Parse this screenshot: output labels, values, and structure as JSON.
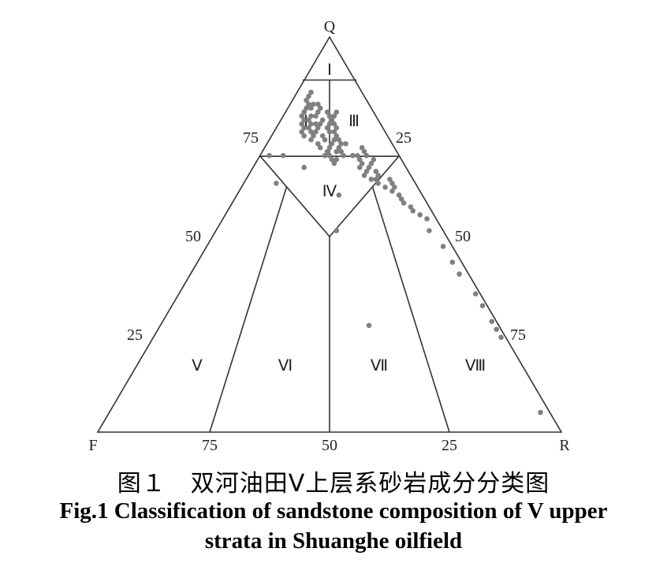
{
  "chart_data": {
    "type": "scatter",
    "subtype": "ternary",
    "vertices": {
      "top": "Q",
      "left": "F",
      "right": "R"
    },
    "left_edge_ticks": [
      "75",
      "50",
      "25"
    ],
    "right_edge_ticks": [
      "25",
      "50",
      "75"
    ],
    "base_ticks": [
      "75",
      "50",
      "25"
    ],
    "fields": [
      "Ⅰ",
      "Ⅱ",
      "Ⅲ",
      "Ⅳ",
      "Ⅴ",
      "Ⅵ",
      "Ⅶ",
      "Ⅷ"
    ],
    "point_color": "#808080",
    "line_color": "#333333",
    "points_note": "each point is [Q%, F%, R%]",
    "points": [
      [
        83,
        13,
        4
      ],
      [
        84,
        13,
        3
      ],
      [
        86,
        11,
        3
      ],
      [
        85,
        12,
        3
      ],
      [
        82,
        14,
        4
      ],
      [
        83,
        12,
        5
      ],
      [
        81,
        15,
        4
      ],
      [
        82,
        13,
        5
      ],
      [
        83,
        11,
        6
      ],
      [
        80,
        16,
        4
      ],
      [
        81,
        15,
        4
      ],
      [
        80,
        14,
        6
      ],
      [
        81,
        12,
        7
      ],
      [
        82,
        11,
        7
      ],
      [
        80,
        13,
        7
      ],
      [
        79,
        16,
        5
      ],
      [
        78,
        17,
        5
      ],
      [
        79,
        15,
        6
      ],
      [
        78,
        15,
        7
      ],
      [
        77,
        17,
        6
      ],
      [
        77,
        16,
        7
      ],
      [
        78,
        14,
        8
      ],
      [
        78,
        13,
        9
      ],
      [
        76,
        18,
        6
      ],
      [
        76,
        16,
        8
      ],
      [
        79,
        12,
        9
      ],
      [
        80,
        10,
        10
      ],
      [
        81,
        10,
        9
      ],
      [
        77,
        14,
        9
      ],
      [
        76,
        15,
        9
      ],
      [
        75,
        18,
        7
      ],
      [
        75,
        16,
        9
      ],
      [
        74,
        17,
        9
      ],
      [
        75,
        14,
        11
      ],
      [
        76,
        12,
        12
      ],
      [
        74,
        14,
        12
      ],
      [
        73,
        16,
        11
      ],
      [
        72,
        16,
        12
      ],
      [
        73,
        13,
        14
      ],
      [
        72,
        14,
        14
      ],
      [
        74,
        12,
        14
      ],
      [
        71,
        15,
        14
      ],
      [
        70,
        16,
        14
      ],
      [
        70,
        15,
        15
      ],
      [
        69,
        15,
        16
      ],
      [
        71,
        12,
        17
      ],
      [
        70,
        12,
        18
      ],
      [
        72,
        12,
        16
      ],
      [
        73,
        11,
        16
      ],
      [
        71,
        13,
        16
      ],
      [
        69,
        14,
        17
      ],
      [
        68,
        15,
        17
      ],
      [
        77,
        12,
        11
      ],
      [
        78,
        11,
        11
      ],
      [
        79,
        10,
        11
      ],
      [
        80,
        9,
        11
      ],
      [
        78,
        10,
        12
      ],
      [
        76,
        11,
        13
      ],
      [
        81,
        8,
        11
      ],
      [
        77,
        10,
        13
      ],
      [
        75,
        11,
        14
      ],
      [
        74,
        11,
        15
      ],
      [
        73,
        10,
        17
      ],
      [
        70,
        10,
        20
      ],
      [
        69,
        9,
        22
      ],
      [
        68,
        9,
        23
      ],
      [
        70,
        9,
        21
      ],
      [
        67,
        10,
        23
      ],
      [
        66,
        9,
        25
      ],
      [
        65,
        10,
        25
      ],
      [
        64,
        9,
        27
      ],
      [
        67,
        8,
        25
      ],
      [
        68,
        7,
        25
      ],
      [
        69,
        6,
        25
      ],
      [
        66,
        7,
        27
      ],
      [
        70,
        7,
        23
      ],
      [
        71,
        7,
        22
      ],
      [
        72,
        7,
        21
      ],
      [
        65,
        7,
        28
      ],
      [
        64,
        8,
        28
      ],
      [
        63,
        8,
        29
      ],
      [
        62,
        7,
        31
      ],
      [
        61,
        6,
        33
      ],
      [
        62,
        5,
        33
      ],
      [
        63,
        5,
        32
      ],
      [
        64,
        5,
        31
      ],
      [
        60,
        5,
        35
      ],
      [
        59,
        5,
        36
      ],
      [
        58,
        5,
        37
      ],
      [
        57,
        4,
        39
      ],
      [
        56,
        4,
        40
      ],
      [
        55,
        3,
        42
      ],
      [
        54,
        2,
        44
      ],
      [
        51,
        3,
        46
      ],
      [
        47,
        2,
        51
      ],
      [
        43,
        2,
        55
      ],
      [
        40,
        2,
        58
      ],
      [
        35,
        1,
        64
      ],
      [
        32,
        1,
        67
      ],
      [
        28,
        1,
        71
      ],
      [
        26,
        1,
        73
      ],
      [
        24,
        1,
        75
      ],
      [
        5,
        2,
        93
      ],
      [
        51,
        23,
        26
      ],
      [
        27,
        28,
        45
      ],
      [
        67,
        22,
        11
      ],
      [
        70,
        28,
        2
      ],
      [
        63,
        30,
        7
      ],
      [
        70,
        25,
        5
      ],
      [
        60,
        18,
        22
      ]
    ]
  },
  "caption": {
    "cn": "图１　双河油田Ⅴ上层系砂岩成分分类图",
    "en_line1": "Fig.1 Classification of sandstone composition of V upper",
    "en_line2": "strata in Shuanghe oilfield"
  }
}
